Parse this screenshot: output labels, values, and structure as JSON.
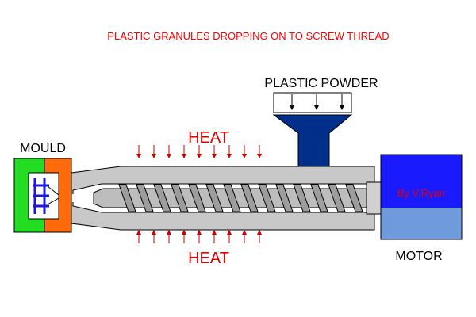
{
  "title": "PLASTIC GRANULES DROPPING ON TO SCREW THREAD",
  "labels": {
    "plastic_powder": "PLASTIC POWDER",
    "mould": "MOULD",
    "heat_top": "HEAT",
    "heat_bottom": "HEAT",
    "motor": "MOTOR",
    "credit": "By V.Ryan"
  },
  "colors": {
    "title": "#ff0000",
    "heat": "#e00000",
    "heat_arrows": "#cc0000",
    "hopper": "#002f8a",
    "motor_top": "#1a1aff",
    "motor_bottom": "#6f9bdc",
    "credit_text": "#e00000",
    "mould_left": "#22dd22",
    "mould_right": "#ff6a0a",
    "mould_core": "#1a1ad6",
    "barrel": "#c8c8c8",
    "screw": "#9d9d9d",
    "outline": "#000000"
  },
  "icons": {
    "powder_arrows": "arrow-down-icon",
    "heat_arrows_top": "arrow-down-icon",
    "heat_arrows_bottom": "arrow-up-icon"
  }
}
